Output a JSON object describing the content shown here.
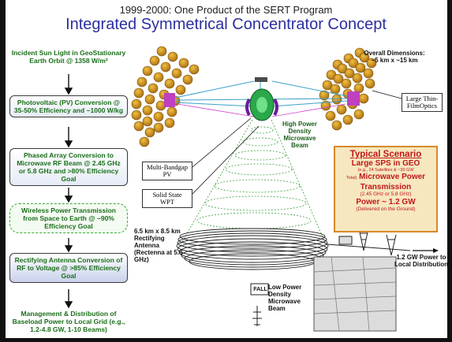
{
  "title_top": "1999-2000: One Product of the SERT Program",
  "title_main": "Integrated Symmetrical Concentrator Concept",
  "steps": [
    "Incident Sun Light in GeoStationary Earth Orbit @ 1358 W/m²",
    "Photovoltaic (PV) Conversion @ 35-50% Efficiency and ~1000 W/kg",
    "Phased Array Conversion to Microwave RF Beam @ 2.45 GHz or 5.8 GHz and >80% Efficiency Goal",
    "Wireless Power Transmission from Space to Earth @ ~90% Efficiency Goal",
    "Rectifying Antenna Conversion of RF to Voltage @ >85% Efficiency Goal",
    "Management & Distribution of Baseload Power to Local Grid (e.g., 1.2-4.8 GW, 1-10 Beams)"
  ],
  "labels": {
    "overall_dims": "Overall Dimensions:",
    "overall_size": "~5 km x ~15 km",
    "film_optics": "Large Thin-FilmOptics",
    "high_power": "High Power Density Microwave Beam",
    "multi_bandgap": "Multi-Bandgap PV",
    "solid_state": "Solid State WPT",
    "rectenna": "6.5 km x 8.5 km Rectifying Antenna (Rectenna at 5.8 GHz)",
    "low_power": "Low Power Density Microwave Beam",
    "grid_power": "1.2 GW Power to Local Distribution",
    "small_box": "FALL"
  },
  "scenario": {
    "title": "Typical Scenario",
    "line1": "Large SPS in GEO",
    "line1_sub": "(e.g., 24 Satellites & ~30 GW",
    "line2_pre": "Total)",
    "line2": "Microwave Power",
    "line3": "Transmission",
    "freq": "(2.45 GHz or 5.8 GHz)",
    "power": "Power ~ 1.2 GW",
    "delivered": "(Delivered on the Ground)"
  }
}
